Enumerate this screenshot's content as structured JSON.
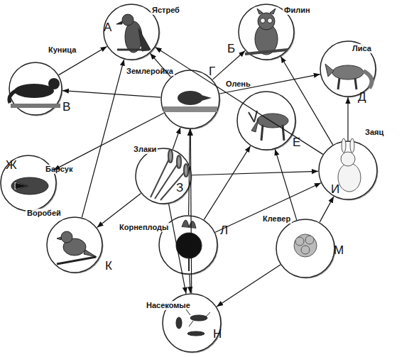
{
  "diagram": {
    "nodes": [
      {
        "text": [
          "А",
          "Ястреб"
        ]
      },
      {
        "text": [
          "Б",
          "Филин"
        ]
      },
      {
        "text": [
          "В",
          "Куница"
        ]
      },
      {
        "text": [
          "Г",
          "Землеройка"
        ]
      },
      {
        "text": [
          "Д",
          "Лиса"
        ]
      },
      {
        "text": [
          "Е",
          "Олень"
        ]
      },
      {
        "text": [
          "И",
          "Заяц"
        ]
      },
      {
        "text": [
          "Ж",
          "Барсук"
        ]
      },
      {
        "text": [
          "З",
          "Злаки"
        ]
      },
      {
        "text": [
          "К",
          "Воробей"
        ]
      },
      {
        "text": [
          "Л",
          "Корнеплоды"
        ]
      },
      {
        "text": [
          "М",
          "Клевер"
        ]
      },
      {
        "text": [
          "Н",
          "Насекомые"
        ]
      }
    ],
    "edges": [
      {
        "from": 2,
        "to": 0,
        "arrow": "to"
      },
      {
        "from": 3,
        "to": 0,
        "arrow": "to"
      },
      {
        "from": 3,
        "to": 1,
        "arrow": "to"
      },
      {
        "from": 3,
        "to": 2,
        "arrow": "to"
      },
      {
        "from": 3,
        "to": 4,
        "arrow": "to"
      },
      {
        "from": 3,
        "to": 7,
        "arrow": "to"
      },
      {
        "from": 6,
        "to": 0,
        "arrow": "to"
      },
      {
        "from": 6,
        "to": 1,
        "arrow": "to"
      },
      {
        "from": 6,
        "to": 4,
        "arrow": "to"
      },
      {
        "from": 9,
        "to": 0,
        "arrow": "to"
      },
      {
        "from": 8,
        "to": 9,
        "arrow": "to"
      },
      {
        "from": 8,
        "to": 3,
        "arrow": "to"
      },
      {
        "from": 8,
        "to": 6,
        "arrow": "to"
      },
      {
        "from": 8,
        "to": 12,
        "arrow": "to"
      },
      {
        "from": 10,
        "to": 3,
        "arrow": "to"
      },
      {
        "from": 10,
        "to": 5,
        "arrow": "to"
      },
      {
        "from": 10,
        "to": 6,
        "arrow": "to"
      },
      {
        "from": 10,
        "to": 12,
        "arrow": "to"
      },
      {
        "from": 11,
        "to": 5,
        "arrow": "to"
      },
      {
        "from": 11,
        "to": 6,
        "arrow": "to"
      },
      {
        "from": 11,
        "to": 12,
        "arrow": "to"
      },
      {
        "from": 12,
        "to": 3,
        "arrow": "to"
      }
    ]
  }
}
